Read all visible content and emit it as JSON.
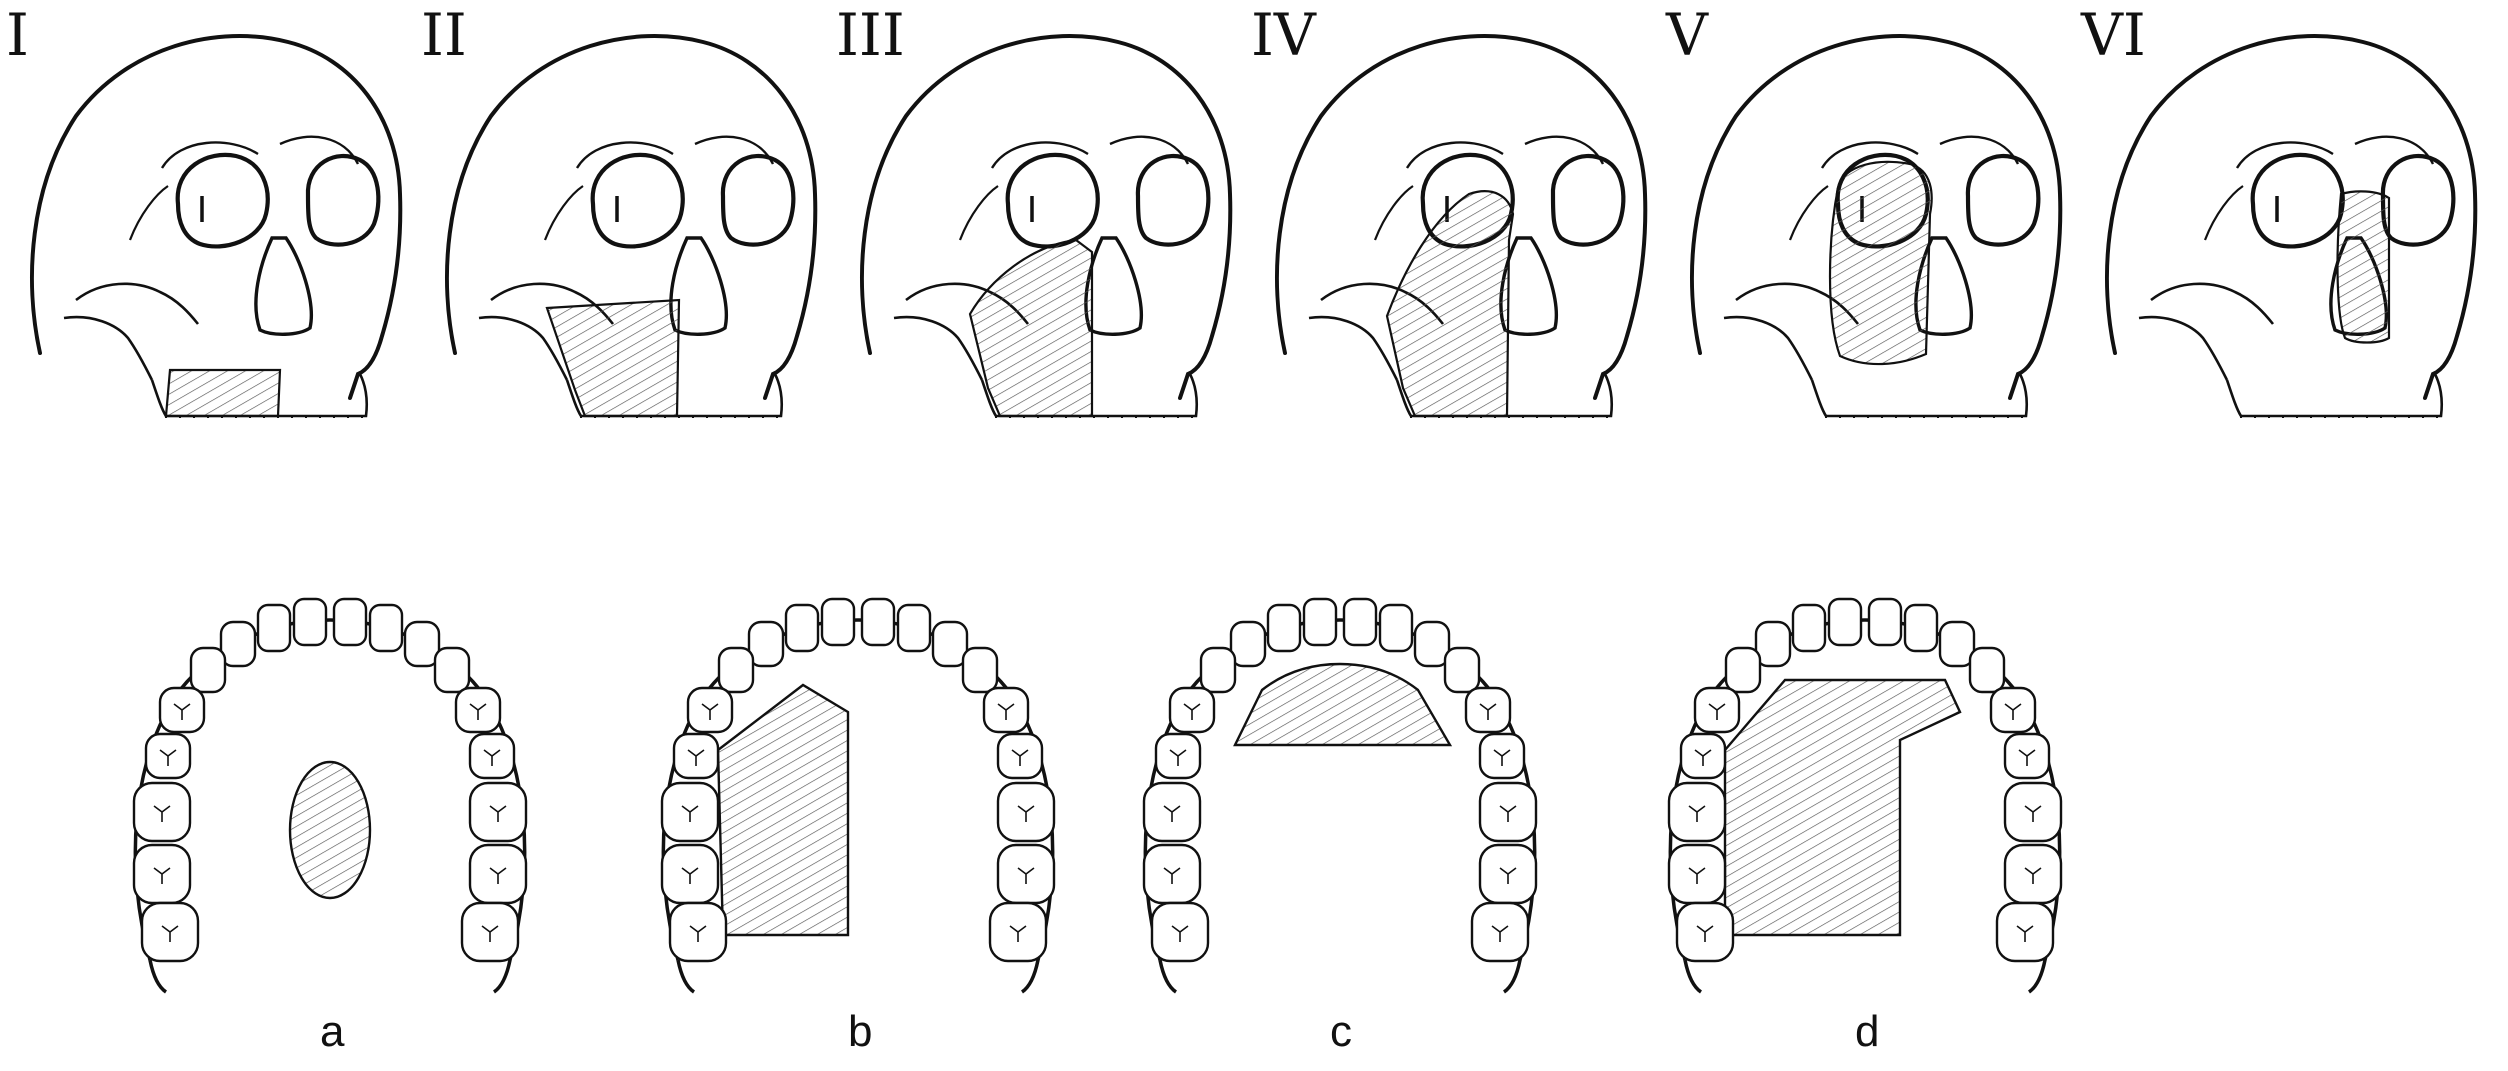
{
  "figure": {
    "skull_classes": [
      {
        "label": "I",
        "region": "dentoalveolar"
      },
      {
        "label": "II",
        "region": "low-maxillectomy"
      },
      {
        "label": "III",
        "region": "high-maxillectomy"
      },
      {
        "label": "IV",
        "region": "radical-with-orbit-floor"
      },
      {
        "label": "V",
        "region": "orbitomaxillary"
      },
      {
        "label": "VI",
        "region": "nasomaxillary"
      }
    ],
    "palate_classes": [
      {
        "label": "a",
        "defect": "central-oval"
      },
      {
        "label": "b",
        "defect": "unilateral"
      },
      {
        "label": "c",
        "defect": "anterior-transverse"
      },
      {
        "label": "d",
        "defect": "unilateral-extended"
      }
    ],
    "colors": {
      "stroke": "#111111",
      "hatch": "#555555",
      "fill": "#ffffff"
    }
  }
}
